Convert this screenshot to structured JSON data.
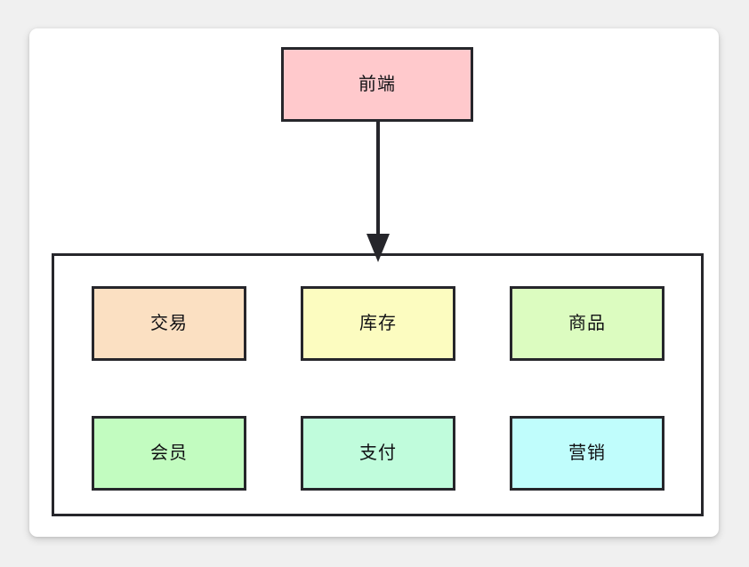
{
  "diagram": {
    "background_color": "#f0f0f0",
    "card_color": "#ffffff",
    "border_color": "#26262b",
    "text_color": "#111114",
    "frontend": {
      "label": "前端",
      "fill": "#ffc9cc"
    },
    "connector": {
      "name": "arrow-down",
      "from": "前端",
      "to": "后端服务容器",
      "color": "#26262b",
      "arrowhead": "solid-triangle"
    },
    "backend_container": {
      "fill": "transparent",
      "services": [
        {
          "label": "交易",
          "fill": "#fbe0c2"
        },
        {
          "label": "库存",
          "fill": "#fcfcc0"
        },
        {
          "label": "商品",
          "fill": "#dcfcc0"
        },
        {
          "label": "会员",
          "fill": "#c2fcc0"
        },
        {
          "label": "支付",
          "fill": "#c0fcdc"
        },
        {
          "label": "营销",
          "fill": "#c0fdfc"
        }
      ]
    }
  }
}
